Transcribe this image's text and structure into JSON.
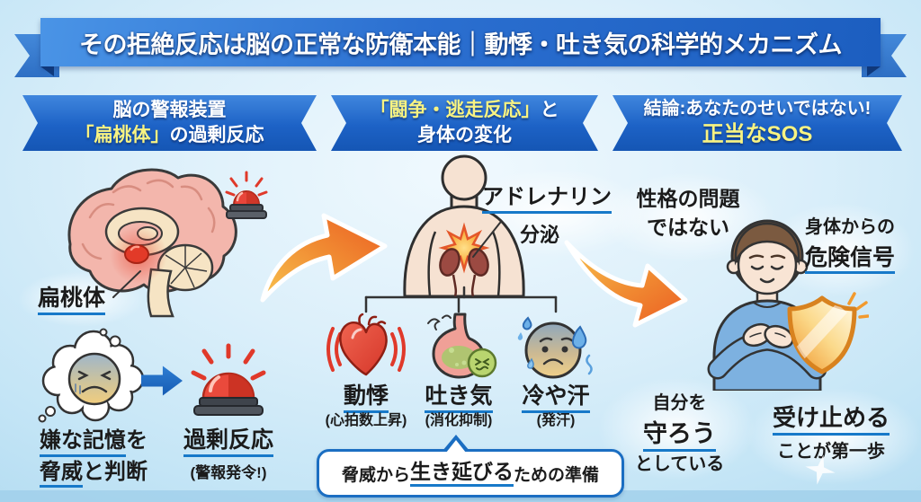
{
  "banner": {
    "title": "その拒絶反応は脳の正常な防衛本能｜動悸・吐き気の科学的メカニズム"
  },
  "headers": {
    "left": {
      "line1": "脳の警報装置",
      "line2_highlight": "「扁桃体」",
      "line2_rest": "の過剰反応"
    },
    "middle": {
      "line1_highlight": "「闘争・逃走反応」",
      "line1_rest": "と",
      "line2": "身体の変化"
    },
    "right": {
      "line1": "結論:あなたのせいではない!",
      "line2": "正当なSOS"
    }
  },
  "left_section": {
    "amygdala_label": "扁桃体",
    "memory_line1_underlined": "嫌な記憶",
    "memory_line1_rest": "を",
    "memory_line2_underlined": "脅威",
    "memory_line2_rest": "と判断",
    "overreaction_label": "過剰反応",
    "overreaction_sub": "(警報発令!)"
  },
  "middle_section": {
    "adrenaline_label": "アドレナリン",
    "secretion_label": "分泌",
    "symptoms": [
      {
        "label": "動悸",
        "sub": "(心拍数上昇)"
      },
      {
        "label": "吐き気",
        "sub": "(消化抑制)"
      },
      {
        "label": "冷や汗",
        "sub": "(発汗)"
      }
    ],
    "survival_pre": "脅威から",
    "survival_em": "生き延びる",
    "survival_post": "ための準備"
  },
  "right_section": {
    "personality_line1": "性格の問題",
    "personality_line2": "ではない",
    "danger_line1": "身体からの",
    "danger_line2": "危険信号",
    "protect_line1": "自分を",
    "protect_line2": "守ろう",
    "protect_line3": "としている",
    "accept_line1": "受け止める",
    "accept_line2": "ことが第一歩"
  },
  "colors": {
    "header_blue": "#1d62c6",
    "highlight_yellow": "#f8f382",
    "underline_blue": "#1779c9",
    "arrow_orange": "#f08a32",
    "alert_red": "#e0392a",
    "background_blue": "#cfe9f7"
  }
}
